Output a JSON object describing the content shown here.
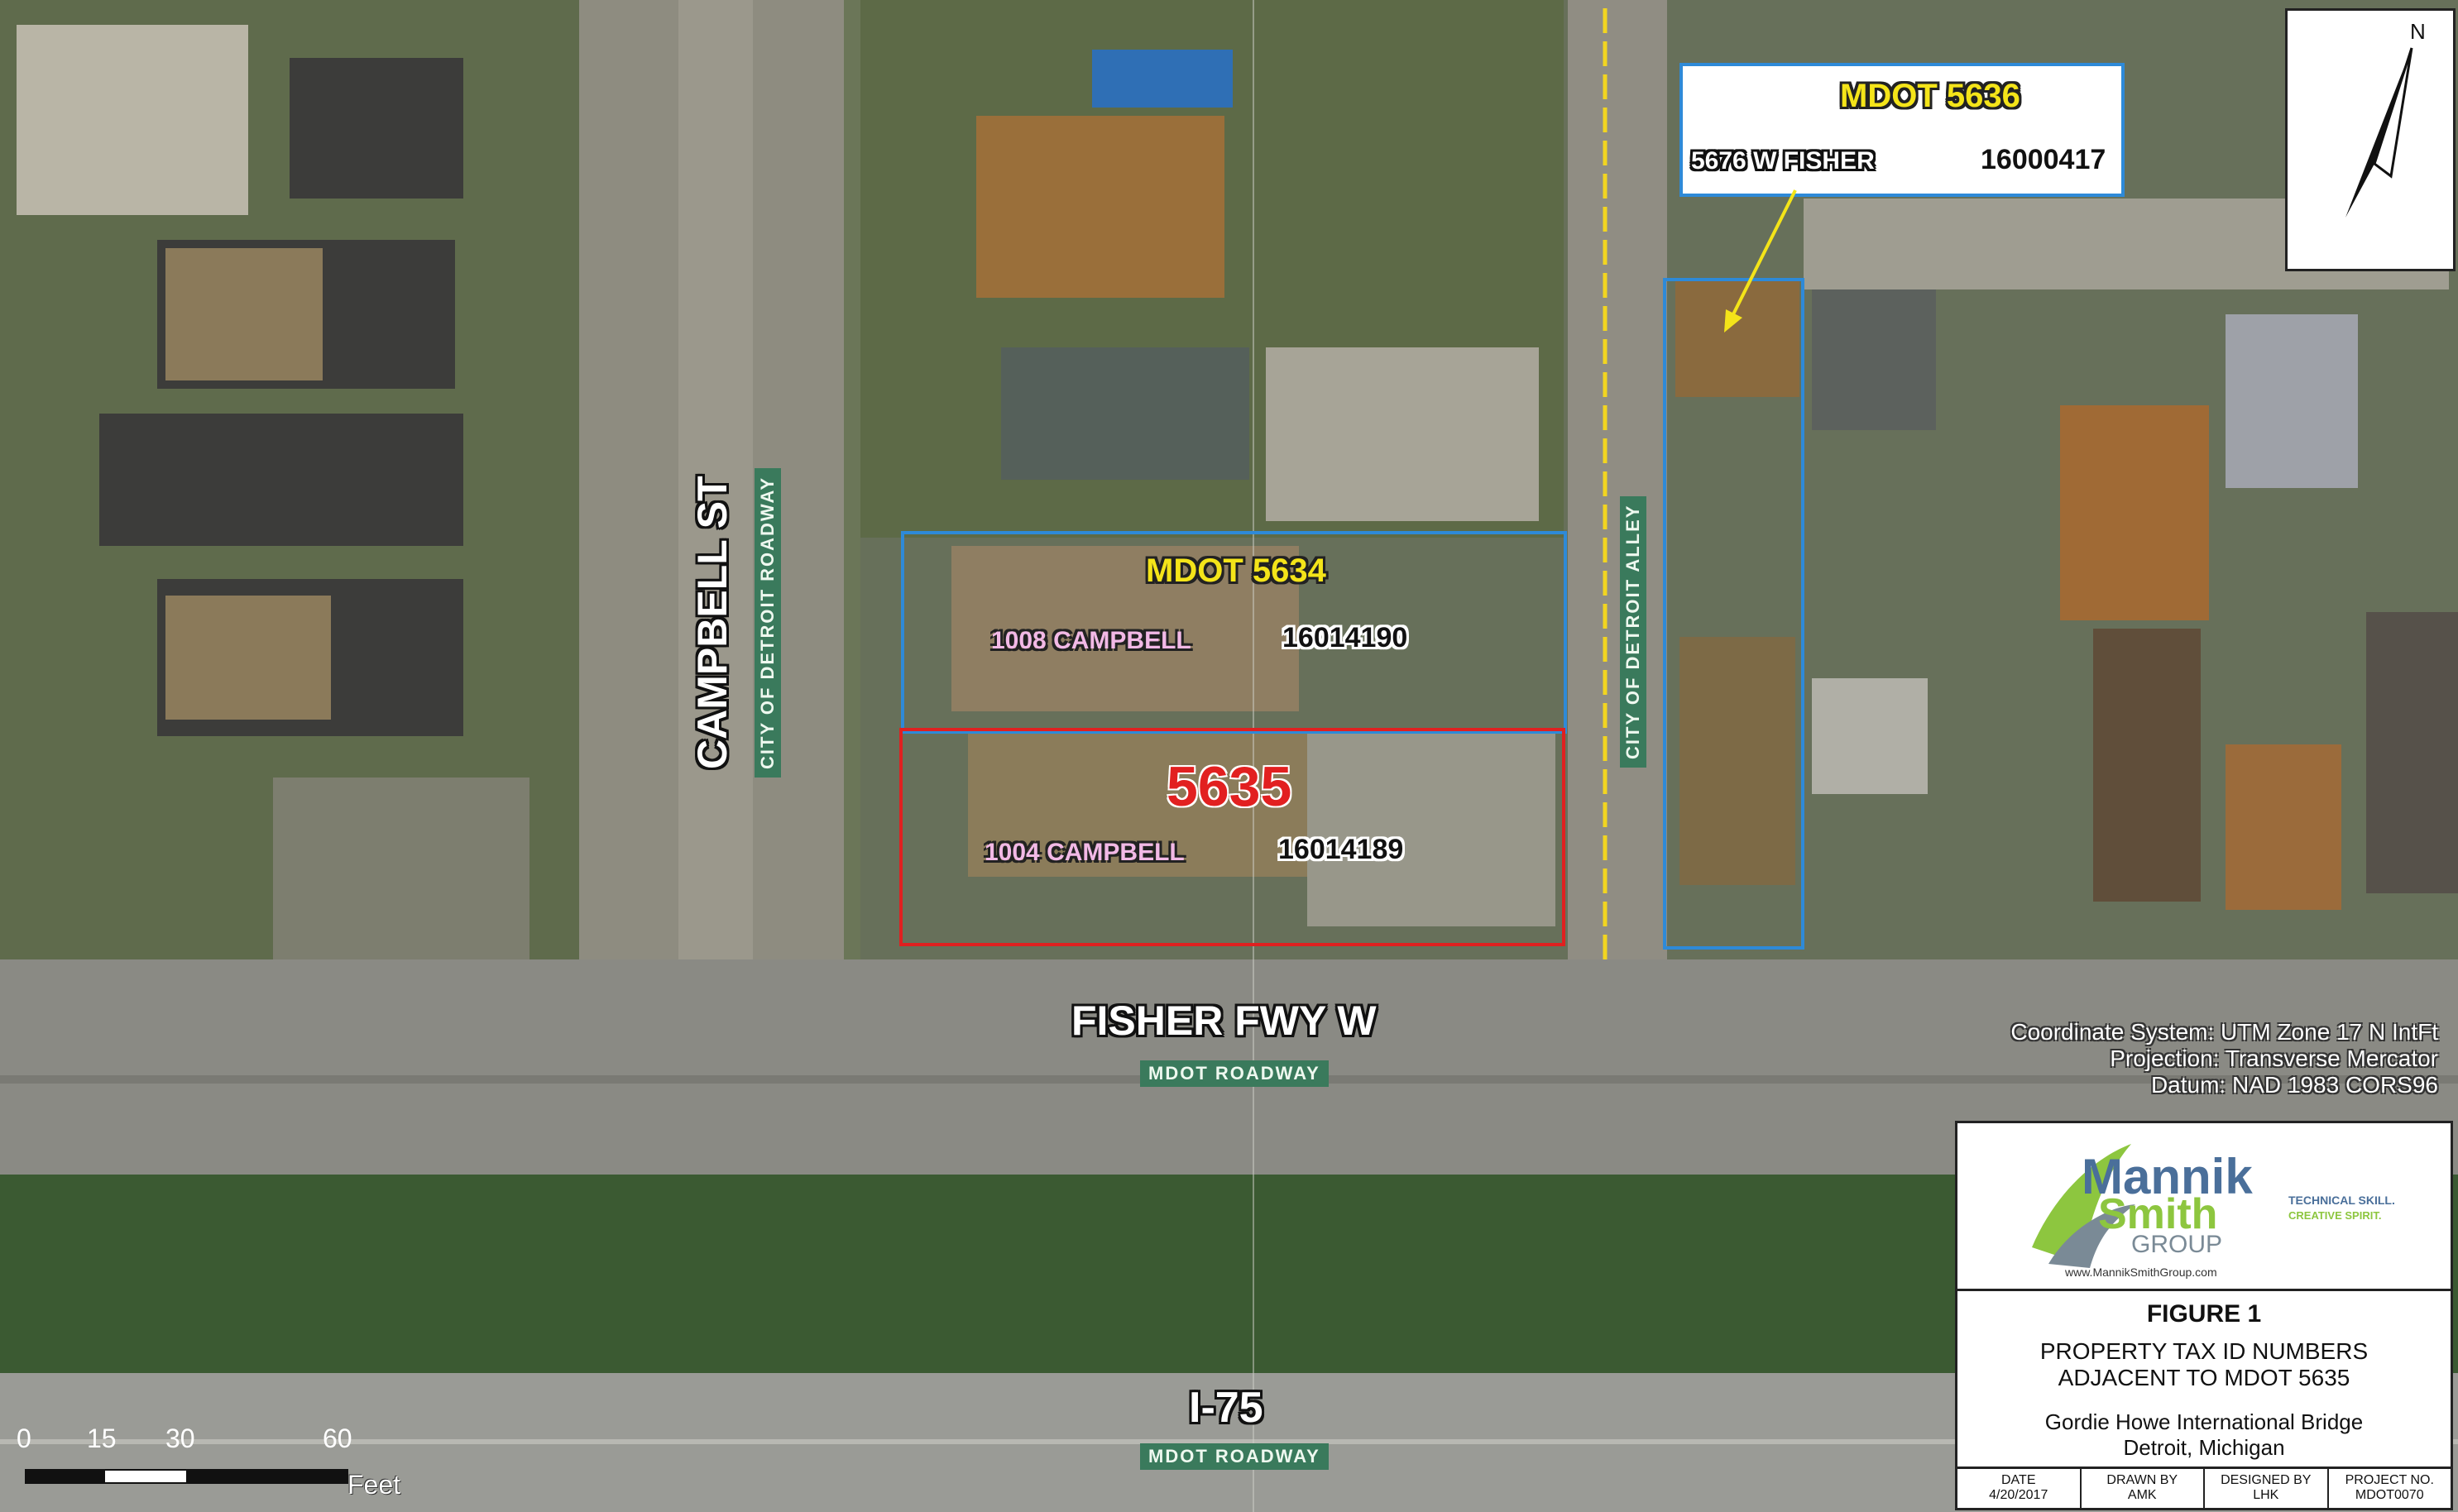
{
  "parcels": {
    "main": {
      "id": "5635",
      "address": "1004 CAMPBELL",
      "tax_id": "16014189",
      "color": "#e02020"
    },
    "north": {
      "id": "MDOT 5634",
      "address": "1008 CAMPBELL",
      "tax_id": "16014190",
      "color": "#2e8ad8"
    },
    "alley": {
      "id": "MDOT 5636",
      "address": "5676 W FISHER",
      "tax_id": "16000417",
      "color": "#2e8ad8"
    }
  },
  "streets": {
    "campbell": "CAMPBELL ST",
    "campbell_tag": "CITY OF DETROIT ROADWAY",
    "alley_tag": "CITY OF DETROIT ALLEY",
    "fisher": "FISHER FWY W",
    "fisher_tag": "MDOT ROADWAY",
    "i75": "I-75",
    "i75_tag": "MDOT ROADWAY"
  },
  "north_arrow": {
    "label": "N",
    "icon": "north-arrow-icon"
  },
  "coordinate_info": {
    "line1": "Coordinate System: UTM Zone 17 N IntFt",
    "line2": "Projection: Transverse Mercator",
    "line3": "Datum: NAD 1983 CORS96"
  },
  "scale_bar": {
    "ticks": [
      "0",
      "15",
      "30",
      "60"
    ],
    "unit": "Feet"
  },
  "title_block": {
    "logo_line1": "Mannik",
    "logo_line2": "Smith",
    "logo_line3": "GROUP",
    "tagline1": "TECHNICAL SKILL.",
    "tagline2": "CREATIVE SPIRIT.",
    "website": "www.MannikSmithGroup.com",
    "figure": "FIGURE 1",
    "title1": "PROPERTY TAX ID NUMBERS",
    "title2": "ADJACENT TO MDOT 5635",
    "project1": "Gordie Howe International Bridge",
    "project2": "Detroit, Michigan",
    "date_label": "DATE",
    "date_value": "4/20/2017",
    "drawn_label": "DRAWN BY",
    "drawn_value": "AMK",
    "designed_label": "DESIGNED BY",
    "designed_value": "LHK",
    "project_label": "PROJECT NO.",
    "project_value": "MDOT0070"
  },
  "colors": {
    "highlight": "#f4e419",
    "mdot_blue": "#2e8ad8",
    "subject_red": "#e02020",
    "tag_green": "#3a7a5c"
  }
}
